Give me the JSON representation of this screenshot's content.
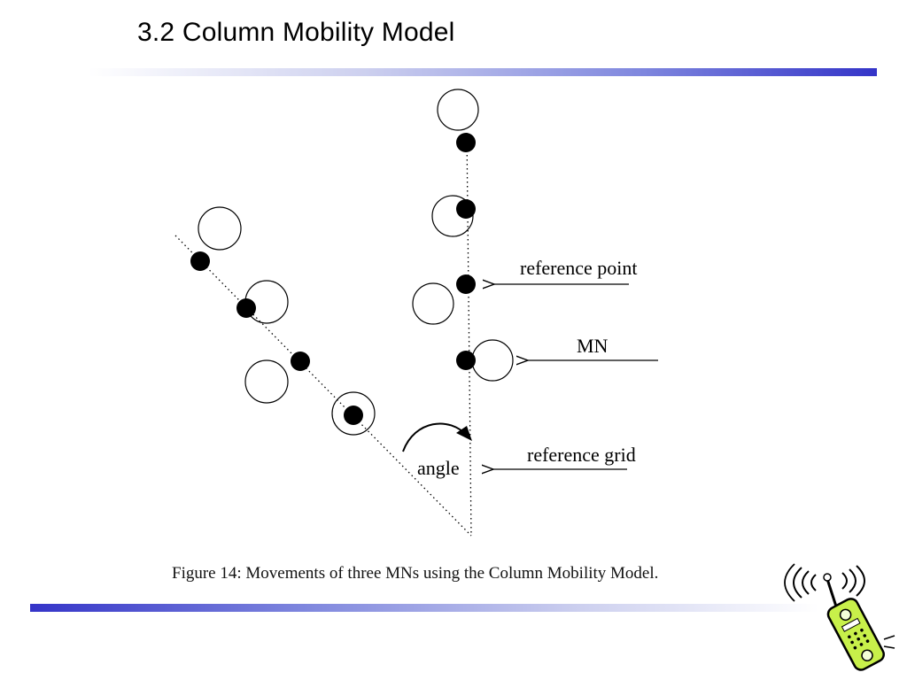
{
  "slide": {
    "title": "3.2 Column Mobility Model"
  },
  "figure": {
    "labels": {
      "reference_point": "reference point",
      "mn": "MN",
      "reference_grid": "reference grid",
      "angle": "angle"
    },
    "caption": "Figure 14: Movements of three MNs using the Column Mobility Model."
  },
  "decoration": {
    "icon": "mobile-phone-signal-icon",
    "colors": {
      "rule_dark": "#3434c8",
      "rule_light": "#cdd0ef",
      "phone_body": "#c8f04a"
    }
  }
}
